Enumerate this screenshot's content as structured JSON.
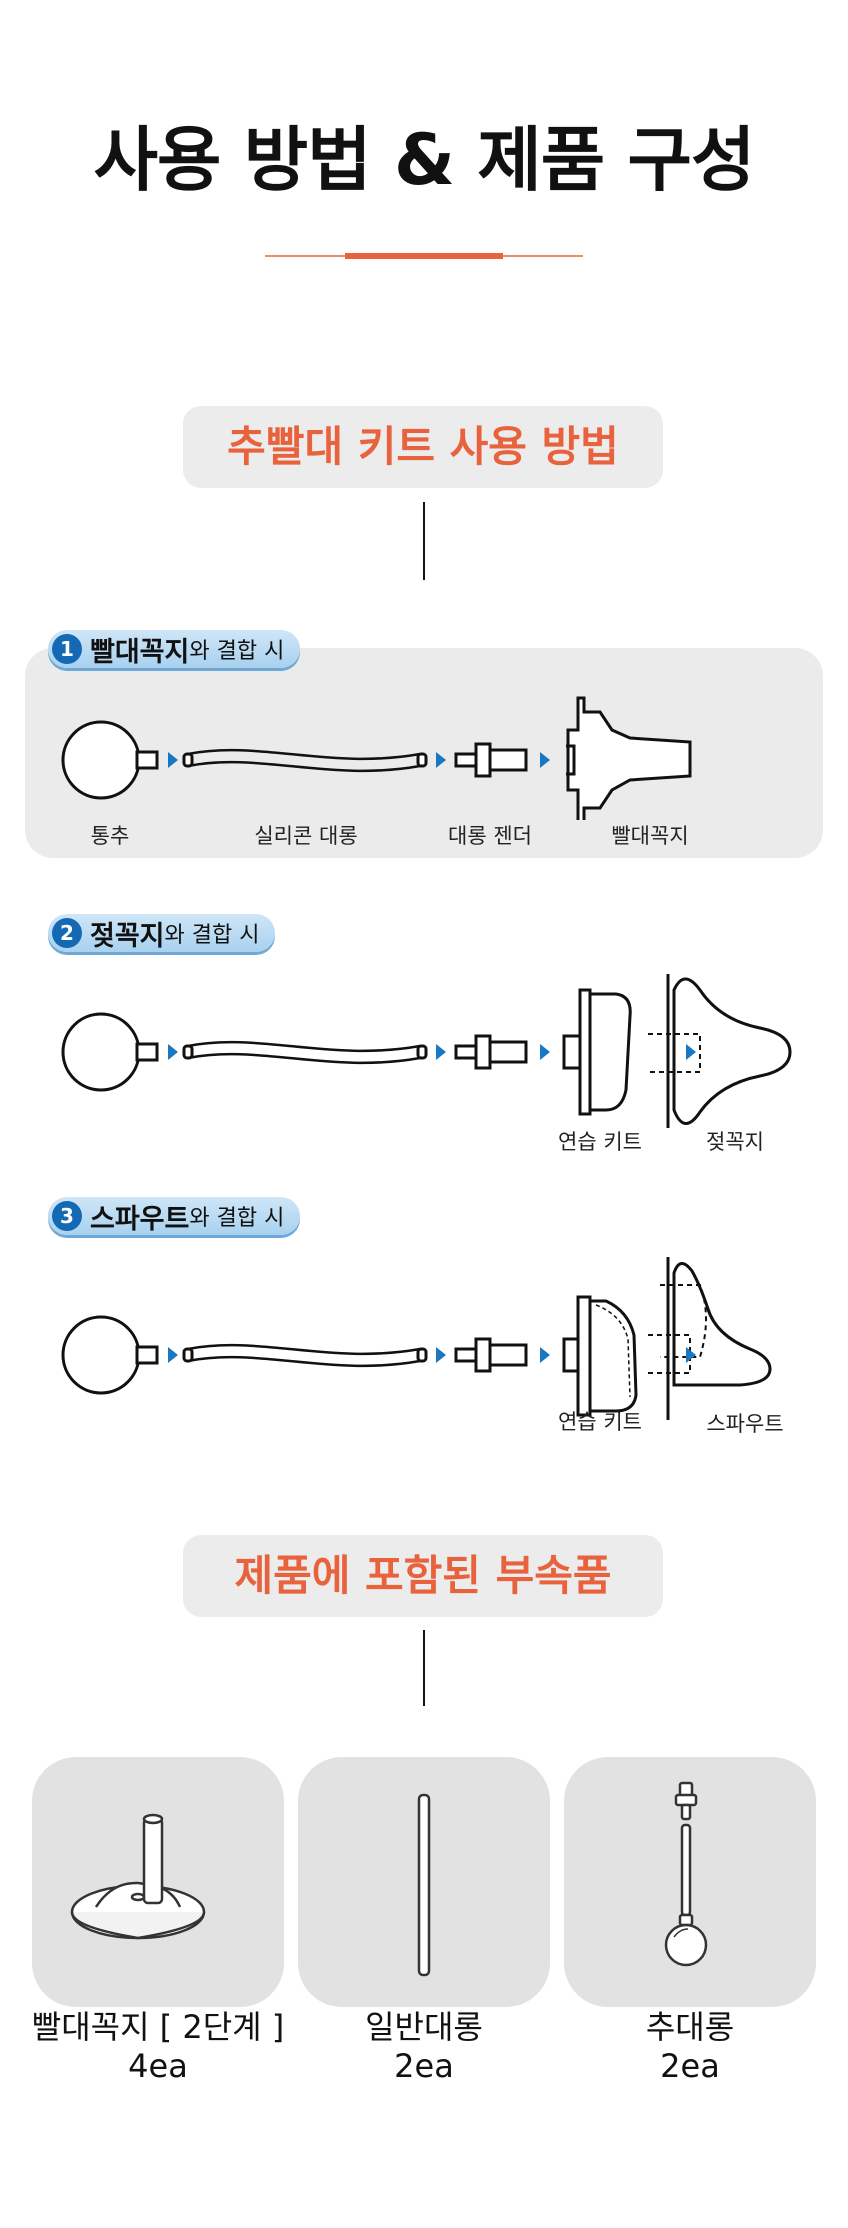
{
  "header": {
    "title": "사용 방법 & 제품 구성"
  },
  "usage": {
    "heading": "추빨대 키트 사용 방법",
    "steps": [
      {
        "num": "1",
        "strong": "빨대꼭지",
        "rest": "와 결합 시",
        "labels": [
          "통추",
          "실리콘 대롱",
          "대롱 젠더",
          "빨대꼭지"
        ]
      },
      {
        "num": "2",
        "strong": "젖꼭지",
        "rest": "와 결합 시",
        "labels": [
          "연습 키트",
          "젖꼭지"
        ]
      },
      {
        "num": "3",
        "strong": "스파우트",
        "rest": "와 결합 시",
        "labels": [
          "연습 키트",
          "스파우트"
        ]
      }
    ]
  },
  "contents": {
    "heading": "제품에 포함된 부속품",
    "items": [
      {
        "name": "빨대꼭지 [ 2단계 ]",
        "qty": "4ea",
        "icon": "straw-nipple-icon"
      },
      {
        "name": "일반대롱",
        "qty": "2ea",
        "icon": "straight-tube-icon"
      },
      {
        "name": "추대롱",
        "qty": "2ea",
        "icon": "weighted-tube-icon"
      }
    ]
  },
  "colors": {
    "accent": "#e8633d",
    "badge_blue": "#1469b4",
    "panel_gray": "#ebebeb"
  }
}
